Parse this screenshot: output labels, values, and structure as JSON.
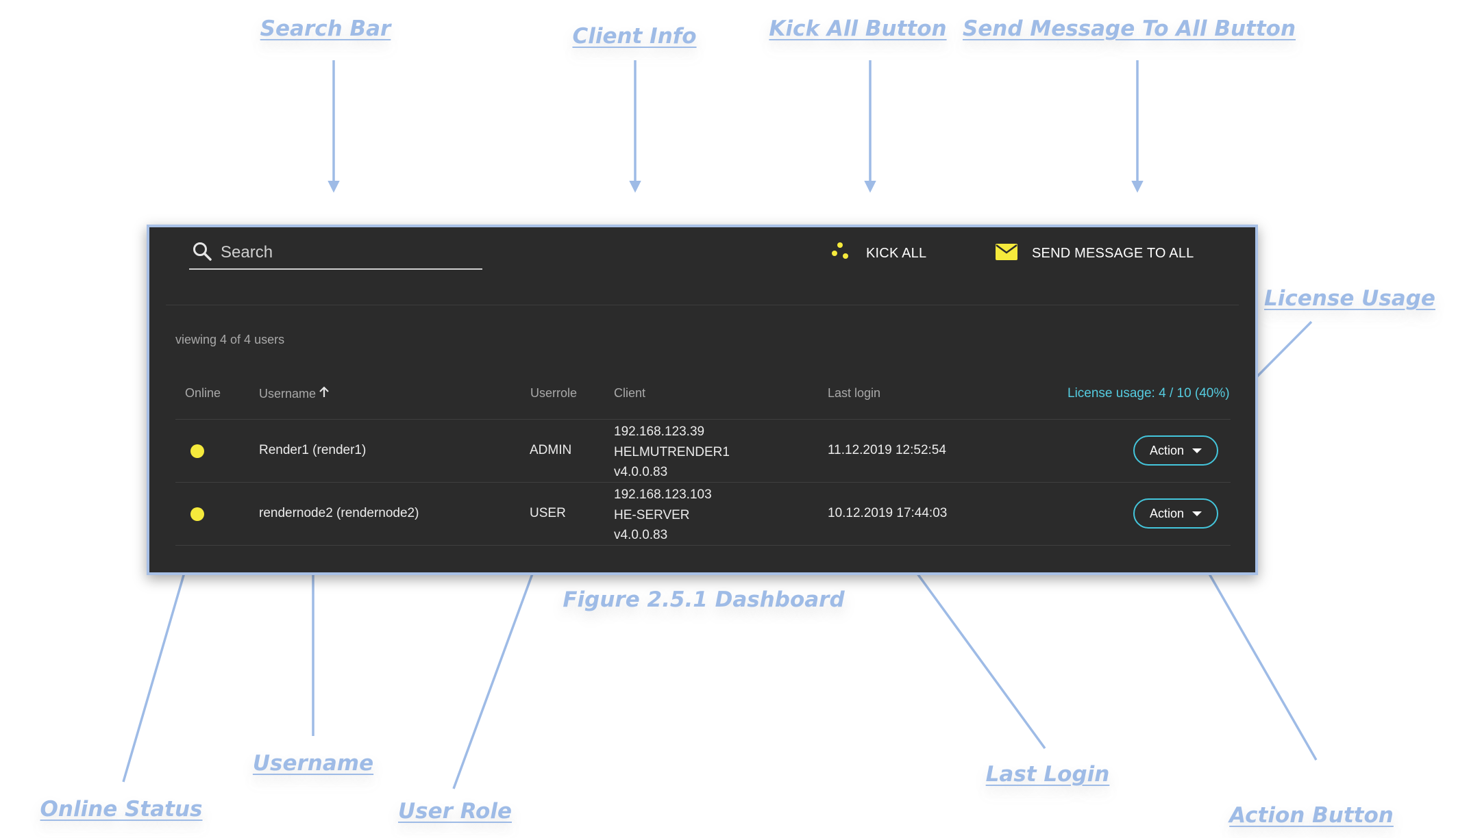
{
  "callouts": {
    "search_bar": "Search Bar",
    "client_info": "Client Info",
    "kick_all_button": "Kick All Button",
    "send_message_button": "Send Message To All Button",
    "license_usage": "License Usage",
    "online_status": "Online Status",
    "username": "Username",
    "user_role": "User Role",
    "last_login": "Last  Login",
    "action_button": "Action Button"
  },
  "caption": "Figure 2.5.1 Dashboard",
  "dashboard": {
    "search_placeholder": "Search",
    "kick_all_label": "KICK ALL",
    "send_message_label": "SEND MESSAGE TO ALL",
    "viewing_text": "viewing 4 of 4 users",
    "columns": {
      "online": "Online",
      "username": "Username",
      "userrole": "Userrole",
      "client": "Client",
      "last_login": "Last login"
    },
    "license_usage": "License usage: 4 / 10 (40%)",
    "rows": [
      {
        "online": true,
        "username": "Render1 (render1)",
        "role": "ADMIN",
        "client": [
          "192.168.123.39",
          "HELMUTRENDER1",
          "v4.0.0.83"
        ],
        "last_login": "11.12.2019 12:52:54",
        "action": "Action"
      },
      {
        "online": true,
        "username": "rendernode2 (rendernode2)",
        "role": "USER",
        "client": [
          "192.168.123.103",
          "HE-SERVER",
          "v4.0.0.83"
        ],
        "last_login": "10.12.2019 17:44:03",
        "action": "Action"
      }
    ]
  },
  "colors": {
    "callout_blue": "#9ebbe6",
    "panel_background": "#2b2b2b",
    "online_dot": "#f5ea3c",
    "accent_cyan": "#44c6dc",
    "icon_yellow": "#f5ea3c"
  },
  "icons": {
    "search": "search-icon",
    "kick": "kick-dots-icon",
    "message": "envelope-icon",
    "sort": "arrow-up-icon",
    "dropdown": "caret-down-icon"
  }
}
